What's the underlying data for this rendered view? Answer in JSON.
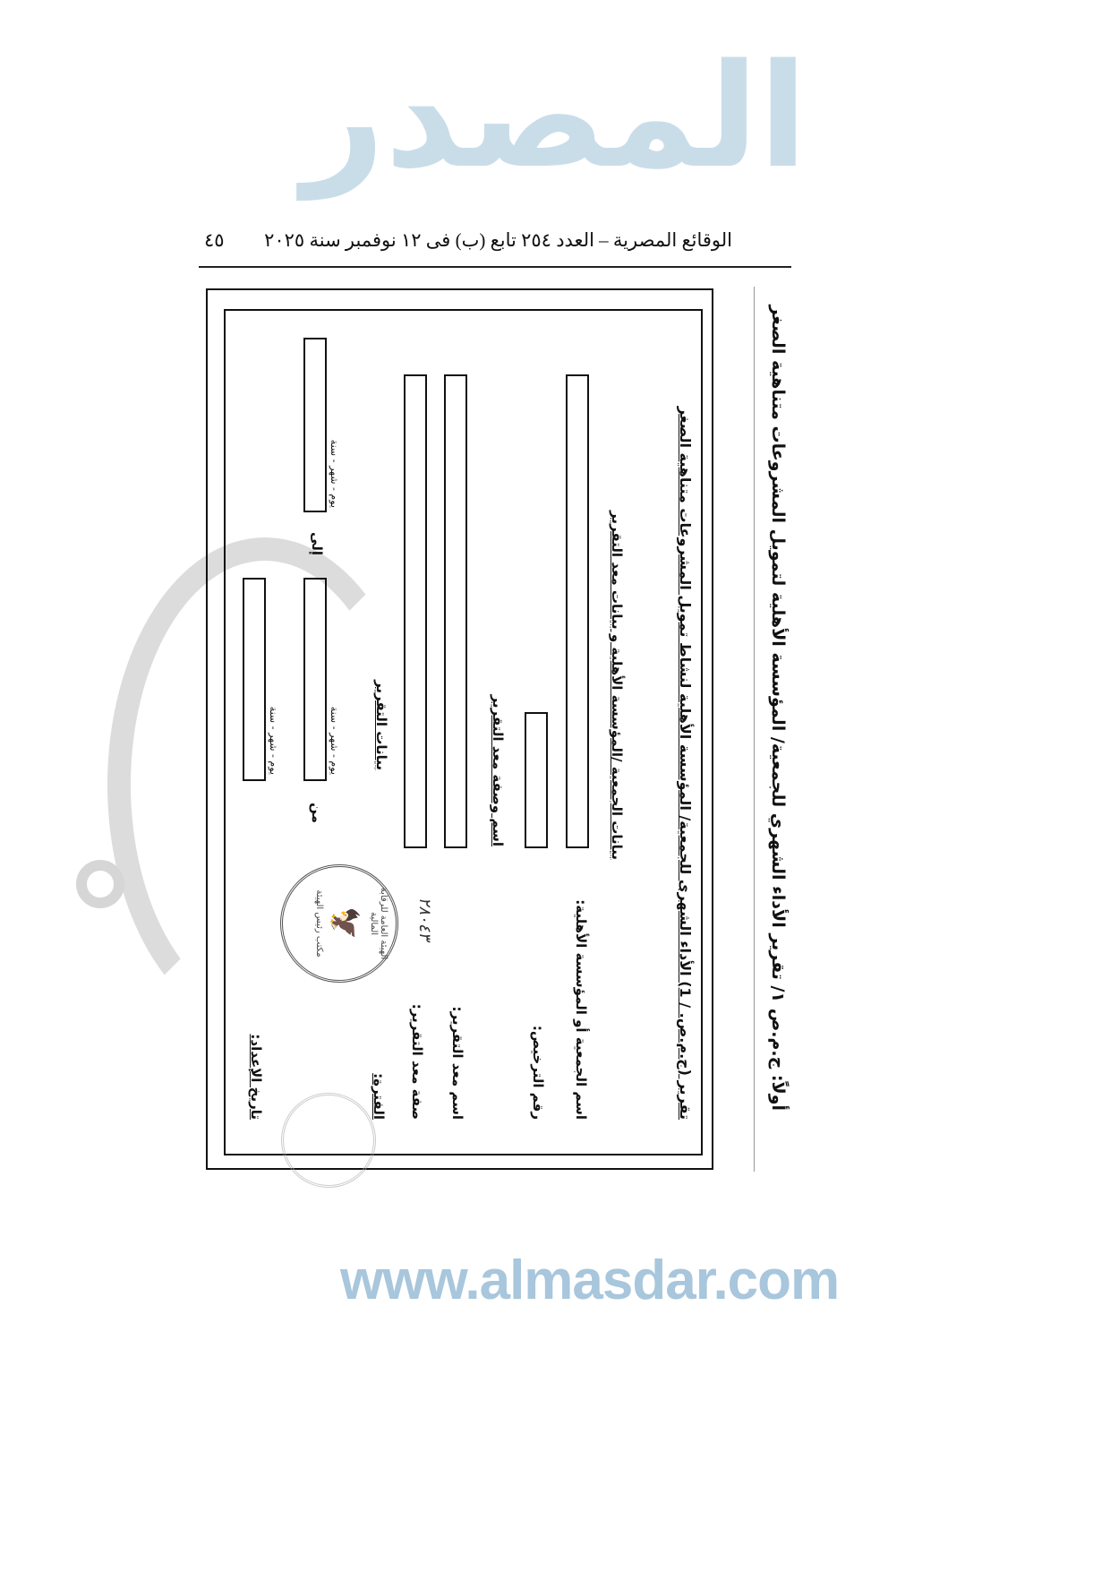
{
  "header": {
    "gazette_line": "الوقائع المصرية – العدد ٢٥٤ تابع (ب) فى ١٢ نوفمبر سنة ٢٠٢٥",
    "page_number": "٤٥"
  },
  "watermark": {
    "logo": "المصدر",
    "url": "www.almasdar.com"
  },
  "form": {
    "heading": "أولاً: ج.م.ص ١/ تقرير الأداء الشهري للجمعية/ المؤسسة الأهلية لتمويل المشروعات متناهية الصغر",
    "title": "تقرير (ج.م.ص. / 1) الأداء الشهرى للجمعية/ المؤسسة الأهلية لنشاط تمويل المشروعات متناهية الصغر",
    "section_title": "بيانات الجمعية /المؤسسة الأهلية و بيانات معد التقرير",
    "association_name_label": "اسم الجمعية أو المؤسسة الأهلية:",
    "license_number_label": "رقم الترخيص:",
    "preparer_section_label": "اسم وصفة معد التقرير",
    "preparer_name_label": "اسم معد التقرير:",
    "preparer_title_label": "صفة معد التقرير:",
    "report_data_label": "بيانات التقرير",
    "period_label": "الفترة:",
    "from_label": "من",
    "to_label": "إلى",
    "prep_date_label": "تاريخ الإعداد:",
    "date_parts": "يوم   -   شهر   -   سنة",
    "handwritten_number": "٢٨٠٤٣",
    "stamp_text": "الهيئة العامة للرقابة المالية",
    "stamp_footer": "مكتب رئيس الهيئة"
  }
}
